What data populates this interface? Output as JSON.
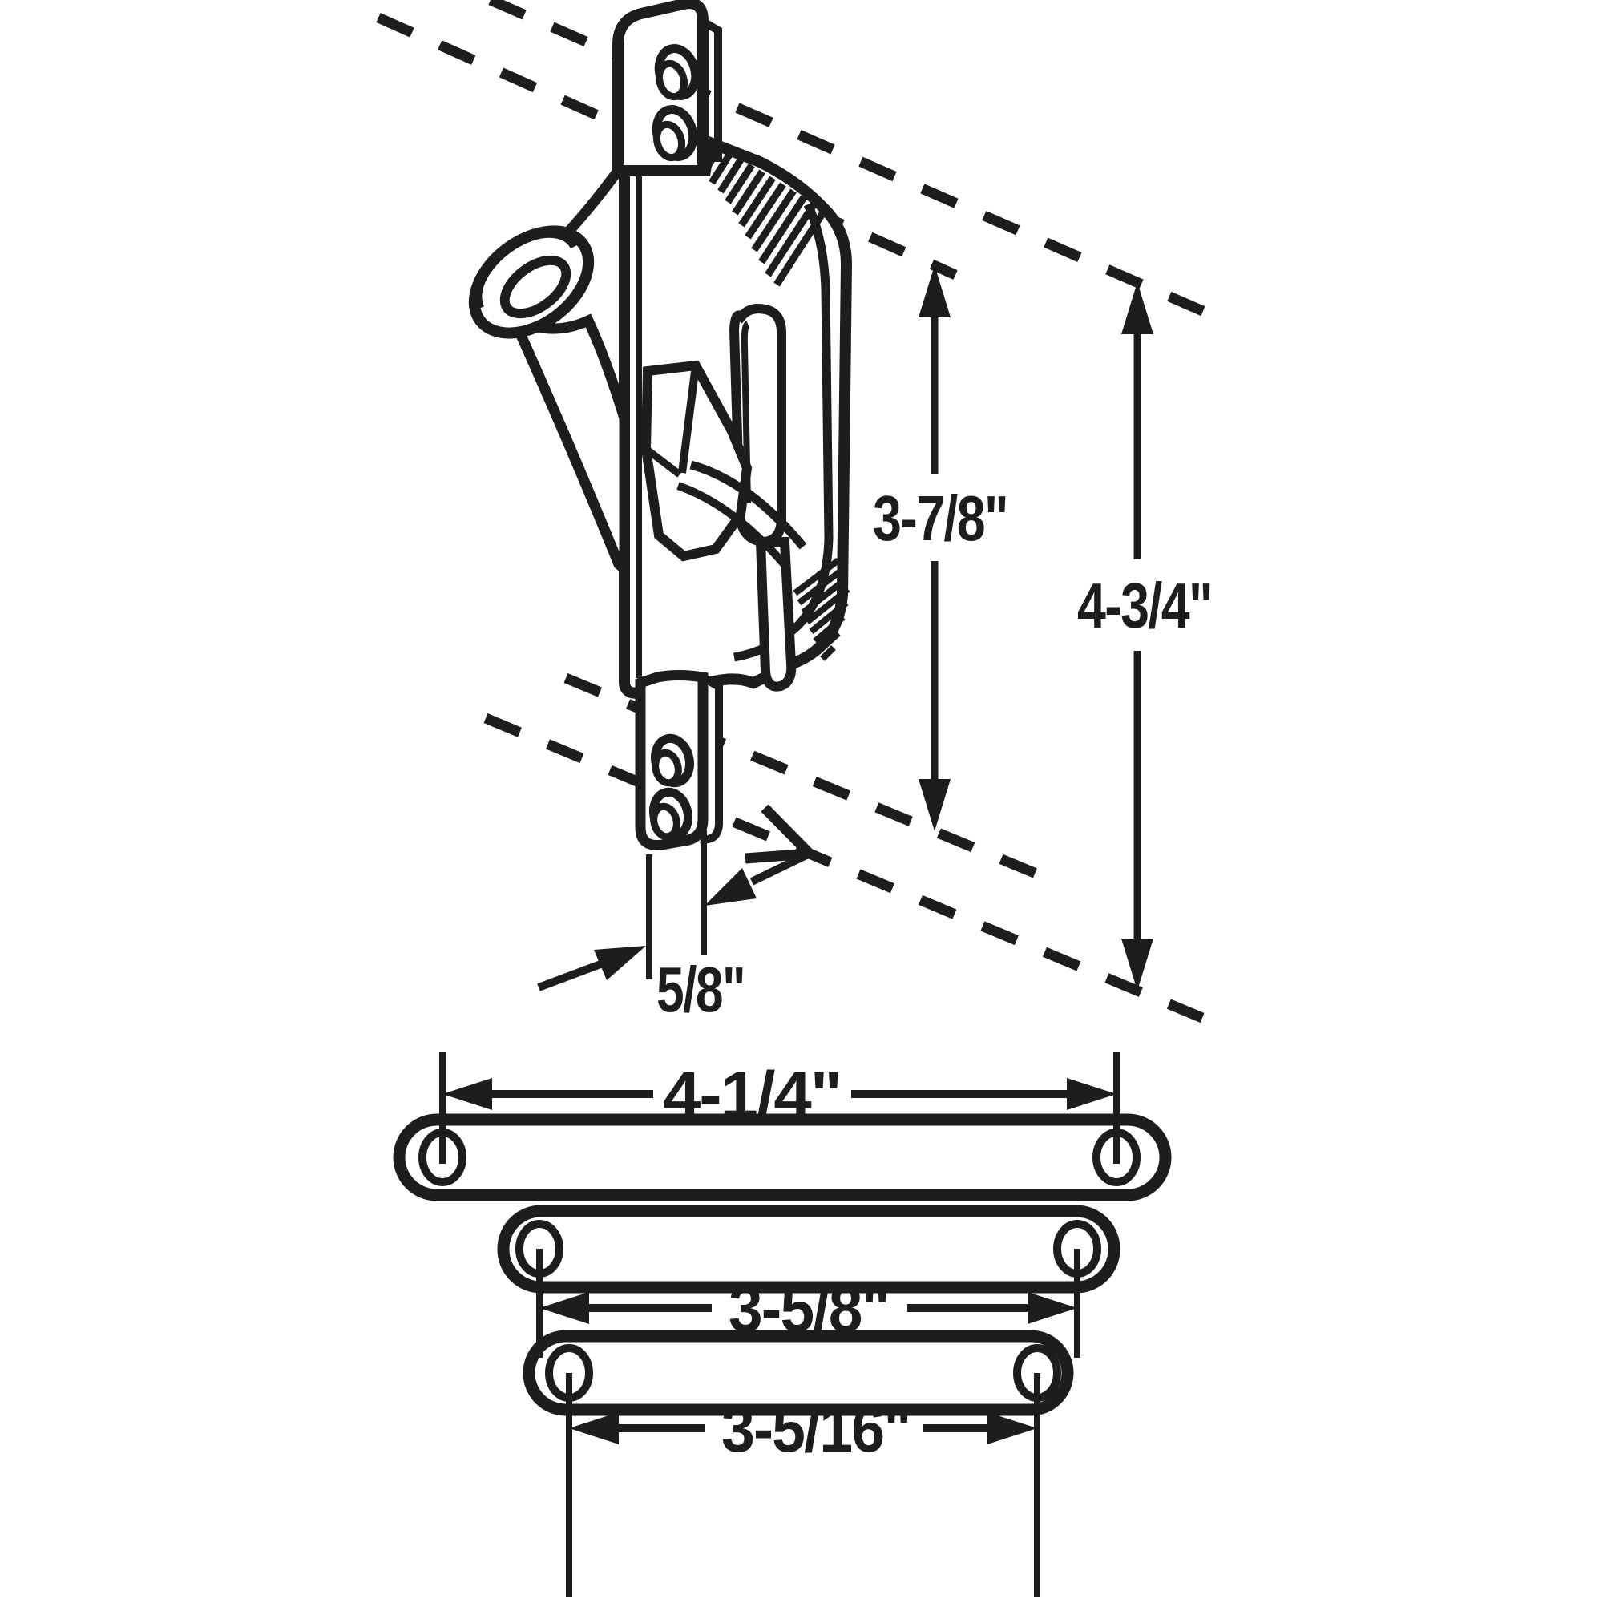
{
  "colors": {
    "ink": "#1d1d1d",
    "paper": "#ffffff"
  },
  "diagram": {
    "kind": "technical line drawing",
    "subject": "louver window operator latch with mounting plates and link straps",
    "dimensions": {
      "lever_span": "3-7/8\"",
      "overall_span": "4-3/4\"",
      "bracket_width": "5/8\"",
      "strap1_hole_spacing": "4-1/4\"",
      "strap2_hole_spacing": "3-5/8\"",
      "strap3_hole_spacing": "3-5/16\""
    }
  }
}
